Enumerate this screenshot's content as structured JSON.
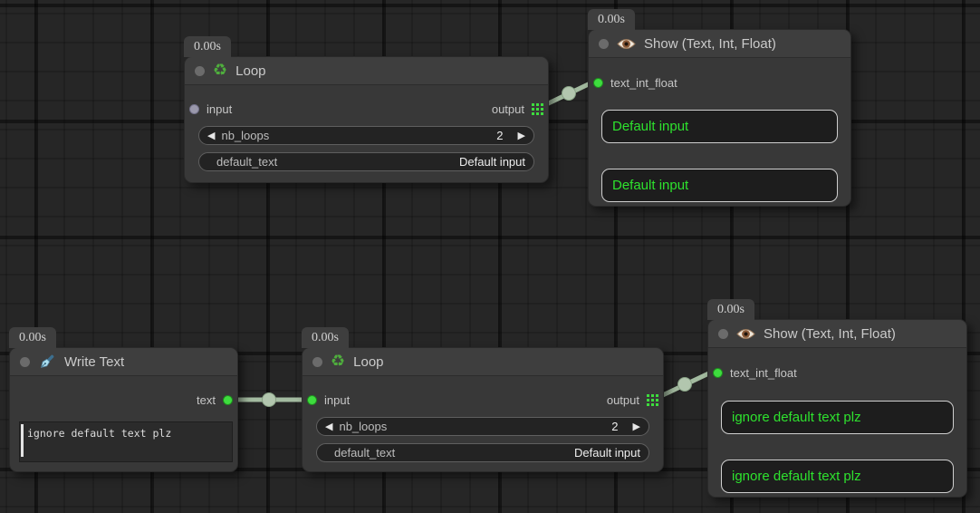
{
  "nodes": {
    "loop_top": {
      "badge": "0.00s",
      "title": "Loop",
      "input_label": "input",
      "output_label": "output",
      "widgets": {
        "nb_loops": {
          "label": "nb_loops",
          "value": "2"
        },
        "default_text": {
          "label": "default_text",
          "value": "Default input"
        }
      }
    },
    "show_top": {
      "badge": "0.00s",
      "title": "Show (Text, Int, Float)",
      "input_label": "text_int_float",
      "boxes": [
        "Default input",
        "Default input"
      ]
    },
    "write_text": {
      "badge": "0.00s",
      "title": "Write Text",
      "output_label": "text",
      "textarea_value": "ignore default text plz"
    },
    "loop_bottom": {
      "badge": "0.00s",
      "title": "Loop",
      "input_label": "input",
      "output_label": "output",
      "widgets": {
        "nb_loops": {
          "label": "nb_loops",
          "value": "2"
        },
        "default_text": {
          "label": "default_text",
          "value": "Default input"
        }
      }
    },
    "show_bottom": {
      "badge": "0.00s",
      "title": "Show (Text, Int, Float)",
      "input_label": "text_int_float",
      "boxes": [
        "ignore default text plz",
        "ignore default text plz"
      ]
    }
  },
  "icons": {
    "decrement": "◀",
    "increment": "▶",
    "recycle": "♻"
  },
  "links": [
    {
      "from": "loop_top.output",
      "to": "show_top.text_int_float"
    },
    {
      "from": "write_text.text",
      "to": "loop_bottom.input"
    },
    {
      "from": "loop_bottom.output",
      "to": "show_bottom.text_int_float"
    }
  ],
  "colors": {
    "canvas_bg": "#262626",
    "node_bg": "#383838",
    "link": "#a3bba0",
    "slot_green": "#3edc3e",
    "slot_gray": "#9a98ab",
    "value_text_green": "#2ee22e"
  }
}
